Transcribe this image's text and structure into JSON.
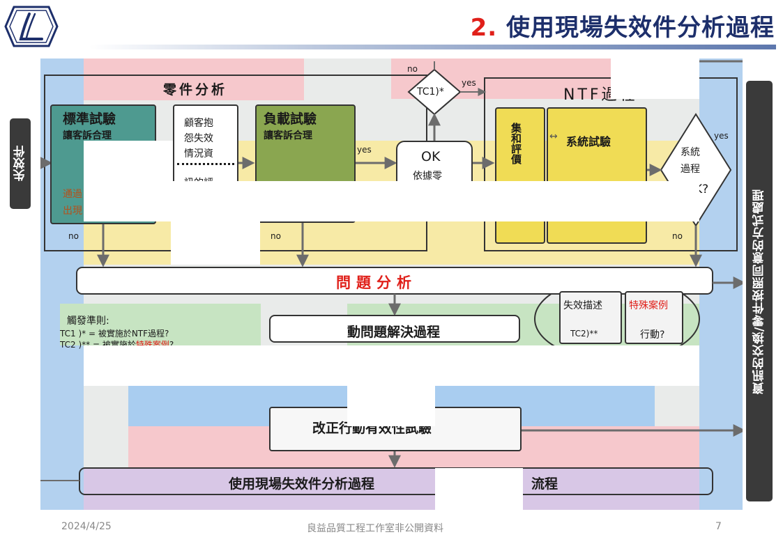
{
  "header": {
    "title_num": "2.",
    "title_text": " 使用現場失效件分析過程"
  },
  "diagram": {
    "failed_part": "失效件",
    "info_exchange": "資訊的交換/零件按照同意的方式處理",
    "part_analysis": "零件分析",
    "ntf_process": "NTF過程",
    "standard_test": "標準試驗",
    "standard_test_sub": "讓客訴合理",
    "standard_test_fault_1": "通過",
    "standard_test_fault_2": "出現",
    "customer_complaint_1": "顧客抱",
    "customer_complaint_2": "怨失效",
    "customer_complaint_3": "情況資",
    "customer_complaint_4": "訊的評",
    "load_test": "負載試驗",
    "load_test_sub": "讓客訴合理",
    "ok": "OK",
    "ok_sub": "依據零",
    "tc1": "TC1)*",
    "yes_1": "yes",
    "yes_2": "yes",
    "yes_3": "yes",
    "no_1": "no",
    "no_2": "no",
    "no_3": "no",
    "no_4": "no",
    "collect_eval": "集和評價",
    "system_test": "系統試驗",
    "system_process_1": "系統",
    "system_process_2": "過程",
    "system_process_3": "K?",
    "problem_analysis": "問題分析",
    "fail_desc": "失效描述",
    "special_case": "特殊案例",
    "tc2": "TC2)**",
    "action": "行動?",
    "trigger_title": "觸發準則:",
    "tc1_line_a": "TC1 )* ",
    "tc1_line_b": "= 被實施於NTF過程?",
    "tc2_line_a": "TC2 )** ",
    "tc2_line_b": "= 被實施於",
    "tc2_line_c": "特殊案例",
    "tc2_line_d": "?",
    "problem_solving": "動問題解決過程",
    "corrective_action": "改正行動有效性試驗",
    "final_flow_a": "使用現場失效件分析過程",
    "final_flow_b": "流程"
  },
  "footer": {
    "date": "2024/4/25",
    "org": "良益品質工程工作室非公開資料",
    "page": "7"
  },
  "colors": {
    "title_red": "#e0201a",
    "title_navy": "#1d2f6b",
    "band_blue": "#a9cdf0",
    "band_pink": "#f6c8cc",
    "band_yellow": "#f7eaa6",
    "band_green": "#c7e4c2",
    "band_purple": "#d8c7e6",
    "box_teal": "#4e9a90",
    "box_olive": "#8aa650",
    "box_gold": "#f0dc55",
    "sidebar_dark": "#3a3a3a"
  }
}
